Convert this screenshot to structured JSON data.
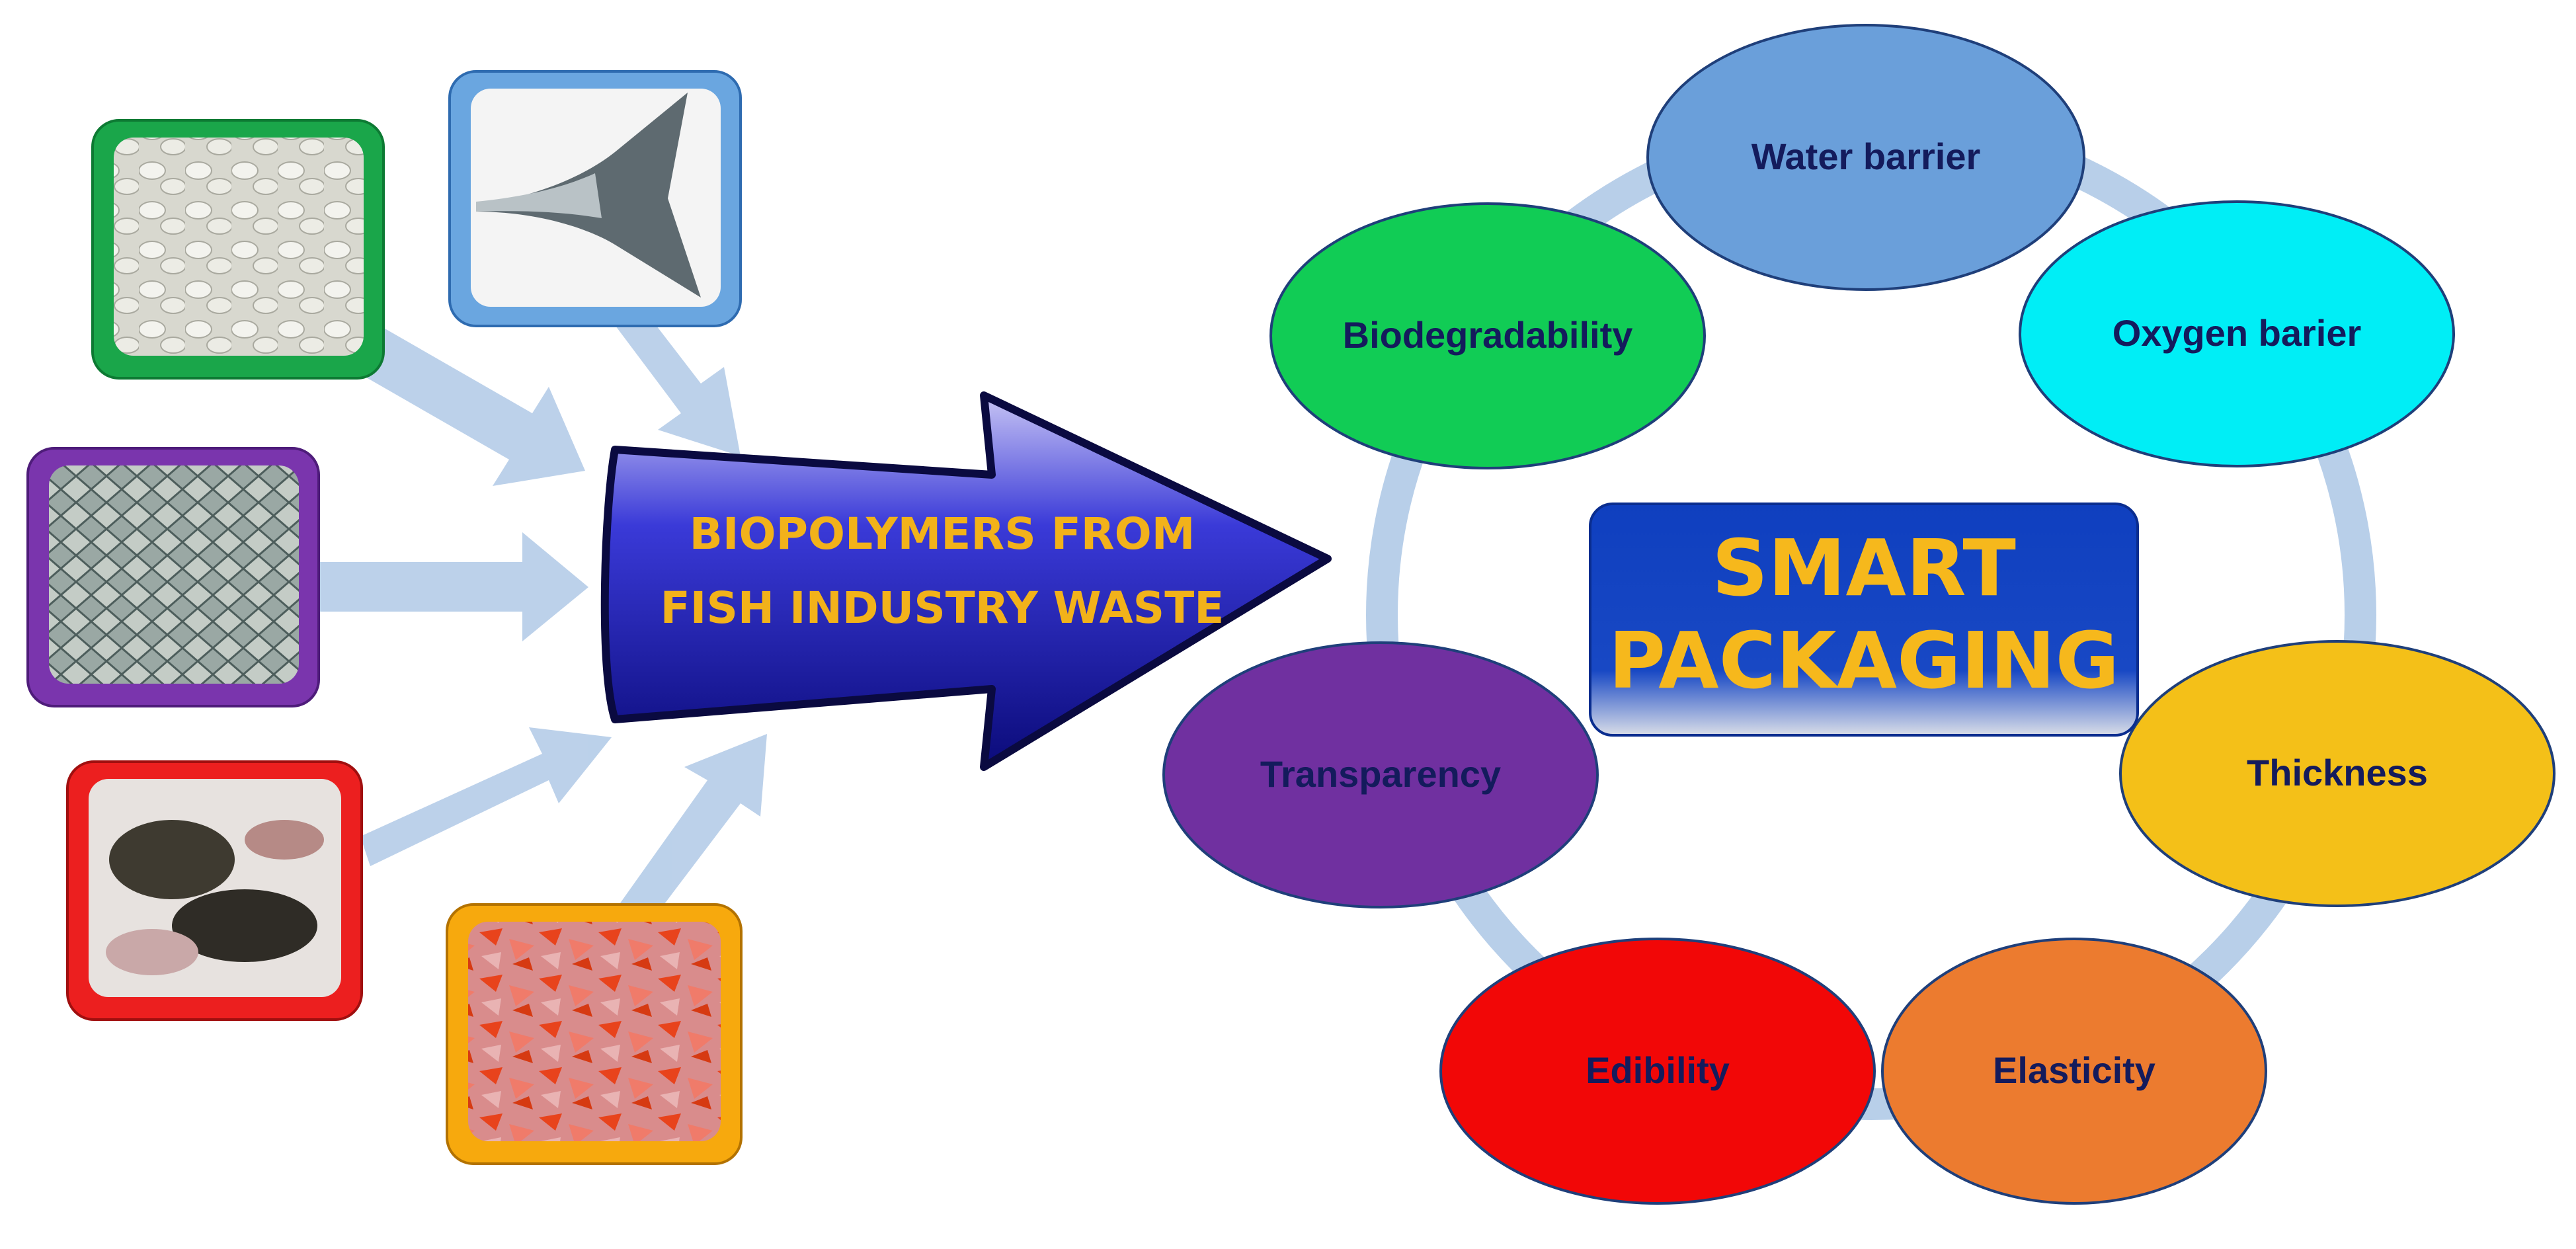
{
  "arrow": {
    "line1": "BIOPOLYMERS FROM",
    "line2": "FISH INDUSTRY WASTE",
    "text_color": "#f2b21a"
  },
  "center": {
    "line1": "SMART",
    "line2": "PACKAGING",
    "text_color": "#f6b81c"
  },
  "properties": [
    {
      "label": "Water barrier",
      "color": "#6a9fda"
    },
    {
      "label": "Oxygen barier",
      "color": "#00eef6"
    },
    {
      "label": "Thickness",
      "color": "#f4c018"
    },
    {
      "label": "Elasticity",
      "color": "#ec7b2f"
    },
    {
      "label": "Edibility",
      "color": "#f20707"
    },
    {
      "label": "Transparency",
      "color": "#7030a0"
    },
    {
      "label": "Biodegradability",
      "color": "#11cc55"
    }
  ],
  "sources": [
    {
      "name": "fish-scales-flakes",
      "frame_color": "#1aa64a"
    },
    {
      "name": "fish-tail",
      "frame_color": "#5b9bd5"
    },
    {
      "name": "fish-skin",
      "frame_color": "#7030a0"
    },
    {
      "name": "fish-heads",
      "frame_color": "#e82020"
    },
    {
      "name": "shellfish-shells",
      "frame_color": "#f5a30a"
    }
  ]
}
